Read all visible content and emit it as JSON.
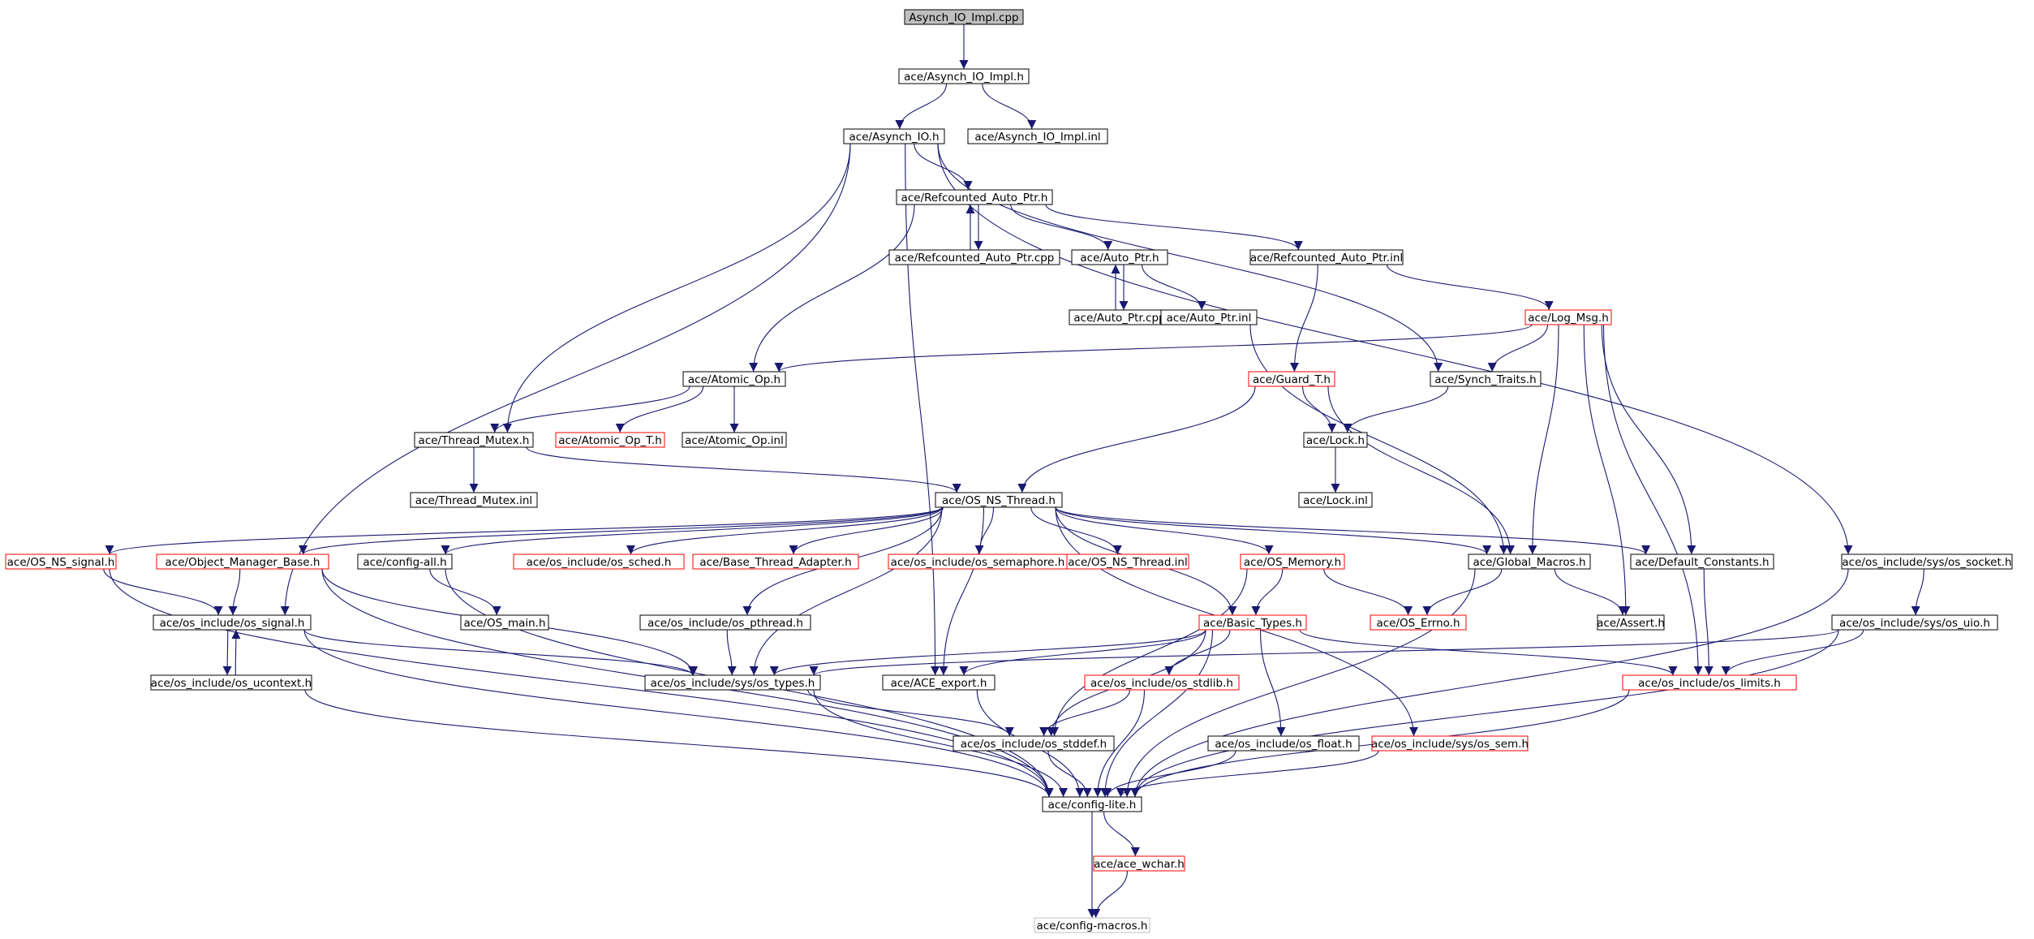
{
  "colors": {
    "edge": "#191970",
    "border_normal": "#000000",
    "border_truncated": "#ff0000",
    "border_missing": "#bfbfbf",
    "fill_root": "#bfbfbf",
    "fill_default": "#ffffff"
  },
  "nodes": [
    {
      "id": "root",
      "label": "Asynch_IO_Impl.cpp",
      "kind": "root"
    },
    {
      "id": "impl_h",
      "label": "ace/Asynch_IO_Impl.h",
      "kind": "normal"
    },
    {
      "id": "asynch_io_h",
      "label": "ace/Asynch_IO.h",
      "kind": "normal"
    },
    {
      "id": "impl_inl",
      "label": "ace/Asynch_IO_Impl.inl",
      "kind": "normal"
    },
    {
      "id": "refc_h",
      "label": "ace/Refcounted_Auto_Ptr.h",
      "kind": "normal"
    },
    {
      "id": "refc_cpp",
      "label": "ace/Refcounted_Auto_Ptr.cpp",
      "kind": "normal"
    },
    {
      "id": "auto_h",
      "label": "ace/Auto_Ptr.h",
      "kind": "normal"
    },
    {
      "id": "refc_inl",
      "label": "ace/Refcounted_Auto_Ptr.inl",
      "kind": "normal"
    },
    {
      "id": "auto_cpp",
      "label": "ace/Auto_Ptr.cpp",
      "kind": "normal"
    },
    {
      "id": "auto_inl",
      "label": "ace/Auto_Ptr.inl",
      "kind": "normal"
    },
    {
      "id": "log_msg",
      "label": "ace/Log_Msg.h",
      "kind": "truncated"
    },
    {
      "id": "atomic_h",
      "label": "ace/Atomic_Op.h",
      "kind": "normal"
    },
    {
      "id": "guard_t",
      "label": "ace/Guard_T.h",
      "kind": "truncated"
    },
    {
      "id": "synch_traits",
      "label": "ace/Synch_Traits.h",
      "kind": "normal"
    },
    {
      "id": "thread_mutex",
      "label": "ace/Thread_Mutex.h",
      "kind": "normal"
    },
    {
      "id": "atomic_t",
      "label": "ace/Atomic_Op_T.h",
      "kind": "truncated"
    },
    {
      "id": "atomic_inl",
      "label": "ace/Atomic_Op.inl",
      "kind": "normal"
    },
    {
      "id": "lock_h",
      "label": "ace/Lock.h",
      "kind": "normal"
    },
    {
      "id": "thread_mutex_inl",
      "label": "ace/Thread_Mutex.inl",
      "kind": "normal"
    },
    {
      "id": "os_ns_thread",
      "label": "ace/OS_NS_Thread.h",
      "kind": "normal"
    },
    {
      "id": "lock_inl",
      "label": "ace/Lock.inl",
      "kind": "normal"
    },
    {
      "id": "os_ns_signal",
      "label": "ace/OS_NS_signal.h",
      "kind": "truncated"
    },
    {
      "id": "obj_mgr",
      "label": "ace/Object_Manager_Base.h",
      "kind": "truncated"
    },
    {
      "id": "config_all",
      "label": "ace/config-all.h",
      "kind": "normal"
    },
    {
      "id": "os_sched",
      "label": "ace/os_include/os_sched.h",
      "kind": "truncated"
    },
    {
      "id": "base_thread",
      "label": "ace/Base_Thread_Adapter.h",
      "kind": "truncated"
    },
    {
      "id": "os_semaphore",
      "label": "ace/os_include/os_semaphore.h",
      "kind": "truncated"
    },
    {
      "id": "os_ns_thread_inl",
      "label": "ace/OS_NS_Thread.inl",
      "kind": "truncated"
    },
    {
      "id": "os_memory",
      "label": "ace/OS_Memory.h",
      "kind": "truncated"
    },
    {
      "id": "global_macros",
      "label": "ace/Global_Macros.h",
      "kind": "normal"
    },
    {
      "id": "default_const",
      "label": "ace/Default_Constants.h",
      "kind": "normal"
    },
    {
      "id": "os_socket",
      "label": "ace/os_include/sys/os_socket.h",
      "kind": "normal"
    },
    {
      "id": "os_signal",
      "label": "ace/os_include/os_signal.h",
      "kind": "normal"
    },
    {
      "id": "os_main",
      "label": "ace/OS_main.h",
      "kind": "normal"
    },
    {
      "id": "os_pthread",
      "label": "ace/os_include/os_pthread.h",
      "kind": "normal"
    },
    {
      "id": "basic_types",
      "label": "ace/Basic_Types.h",
      "kind": "truncated"
    },
    {
      "id": "os_errno",
      "label": "ace/OS_Errno.h",
      "kind": "truncated"
    },
    {
      "id": "assert_h",
      "label": "ace/Assert.h",
      "kind": "normal"
    },
    {
      "id": "os_uio",
      "label": "ace/os_include/sys/os_uio.h",
      "kind": "normal"
    },
    {
      "id": "os_ucontext",
      "label": "ace/os_include/os_ucontext.h",
      "kind": "normal"
    },
    {
      "id": "os_types",
      "label": "ace/os_include/sys/os_types.h",
      "kind": "normal"
    },
    {
      "id": "ace_export",
      "label": "ace/ACE_export.h",
      "kind": "normal"
    },
    {
      "id": "os_stdlib",
      "label": "ace/os_include/os_stdlib.h",
      "kind": "truncated"
    },
    {
      "id": "os_limits",
      "label": "ace/os_include/os_limits.h",
      "kind": "truncated"
    },
    {
      "id": "os_stddef",
      "label": "ace/os_include/os_stddef.h",
      "kind": "normal"
    },
    {
      "id": "os_float",
      "label": "ace/os_include/os_float.h",
      "kind": "normal"
    },
    {
      "id": "os_sem",
      "label": "ace/os_include/sys/os_sem.h",
      "kind": "truncated"
    },
    {
      "id": "config_lite",
      "label": "ace/config-lite.h",
      "kind": "normal"
    },
    {
      "id": "ace_wchar",
      "label": "ace/ace_wchar.h",
      "kind": "truncated"
    },
    {
      "id": "config_macros",
      "label": "ace/config-macros.h",
      "kind": "missing"
    }
  ],
  "edges": [
    [
      "root",
      "impl_h"
    ],
    [
      "impl_h",
      "asynch_io_h"
    ],
    [
      "impl_h",
      "impl_inl"
    ],
    [
      "asynch_io_h",
      "refc_h"
    ],
    [
      "asynch_io_h",
      "thread_mutex"
    ],
    [
      "asynch_io_h",
      "os_signal"
    ],
    [
      "asynch_io_h",
      "synch_traits"
    ],
    [
      "asynch_io_h",
      "ace_export"
    ],
    [
      "asynch_io_h",
      "os_socket"
    ],
    [
      "refc_h",
      "refc_cpp"
    ],
    [
      "refc_cpp",
      "refc_h"
    ],
    [
      "refc_h",
      "auto_h"
    ],
    [
      "refc_h",
      "refc_inl"
    ],
    [
      "refc_h",
      "atomic_h"
    ],
    [
      "auto_h",
      "auto_cpp"
    ],
    [
      "auto_cpp",
      "auto_h"
    ],
    [
      "auto_h",
      "auto_inl"
    ],
    [
      "refc_inl",
      "guard_t"
    ],
    [
      "refc_inl",
      "log_msg"
    ],
    [
      "auto_inl",
      "global_macros"
    ],
    [
      "log_msg",
      "atomic_h"
    ],
    [
      "log_msg",
      "synch_traits"
    ],
    [
      "log_msg",
      "global_macros"
    ],
    [
      "log_msg",
      "default_const"
    ],
    [
      "log_msg",
      "assert_h"
    ],
    [
      "log_msg",
      "os_limits"
    ],
    [
      "atomic_h",
      "thread_mutex"
    ],
    [
      "atomic_h",
      "atomic_t"
    ],
    [
      "atomic_h",
      "atomic_inl"
    ],
    [
      "guard_t",
      "lock_h"
    ],
    [
      "guard_t",
      "os_ns_thread"
    ],
    [
      "guard_t",
      "global_macros"
    ],
    [
      "synch_traits",
      "lock_h"
    ],
    [
      "lock_h",
      "lock_inl"
    ],
    [
      "thread_mutex",
      "thread_mutex_inl"
    ],
    [
      "thread_mutex",
      "os_ns_thread"
    ],
    [
      "os_ns_thread",
      "os_ns_signal"
    ],
    [
      "os_ns_thread",
      "obj_mgr"
    ],
    [
      "os_ns_thread",
      "config_all"
    ],
    [
      "os_ns_thread",
      "os_sched"
    ],
    [
      "os_ns_thread",
      "base_thread"
    ],
    [
      "os_ns_thread",
      "os_semaphore"
    ],
    [
      "os_ns_thread",
      "os_ns_thread_inl"
    ],
    [
      "os_ns_thread",
      "os_memory"
    ],
    [
      "os_ns_thread",
      "global_macros"
    ],
    [
      "os_ns_thread",
      "default_const"
    ],
    [
      "os_ns_thread",
      "basic_types"
    ],
    [
      "os_ns_thread",
      "os_types"
    ],
    [
      "os_ns_thread",
      "os_pthread"
    ],
    [
      "os_ns_thread",
      "os_sem"
    ],
    [
      "os_ns_thread",
      "ace_export"
    ],
    [
      "os_ns_signal",
      "os_signal"
    ],
    [
      "os_ns_signal",
      "config_lite"
    ],
    [
      "obj_mgr",
      "os_signal"
    ],
    [
      "obj_mgr",
      "os_types"
    ],
    [
      "obj_mgr",
      "config_lite"
    ],
    [
      "config_all",
      "os_main"
    ],
    [
      "config_all",
      "config_lite"
    ],
    [
      "os_memory",
      "basic_types"
    ],
    [
      "os_memory",
      "os_errno"
    ],
    [
      "os_memory",
      "os_stddef"
    ],
    [
      "global_macros",
      "os_errno"
    ],
    [
      "global_macros",
      "assert_h"
    ],
    [
      "global_macros",
      "config_lite"
    ],
    [
      "default_const",
      "os_limits"
    ],
    [
      "os_socket",
      "os_uio"
    ],
    [
      "os_socket",
      "config_lite"
    ],
    [
      "os_signal",
      "os_ucontext"
    ],
    [
      "os_ucontext",
      "os_signal"
    ],
    [
      "os_signal",
      "os_types"
    ],
    [
      "os_signal",
      "config_lite"
    ],
    [
      "os_ucontext",
      "config_lite"
    ],
    [
      "os_pthread",
      "os_types"
    ],
    [
      "basic_types",
      "os_types"
    ],
    [
      "basic_types",
      "ace_export"
    ],
    [
      "basic_types",
      "os_stdlib"
    ],
    [
      "basic_types",
      "os_limits"
    ],
    [
      "basic_types",
      "os_stddef"
    ],
    [
      "basic_types",
      "os_float"
    ],
    [
      "basic_types",
      "config_lite"
    ],
    [
      "os_uio",
      "os_types"
    ],
    [
      "os_uio",
      "os_limits"
    ],
    [
      "os_uio",
      "config_lite"
    ],
    [
      "os_types",
      "os_stddef"
    ],
    [
      "os_types",
      "config_lite"
    ],
    [
      "ace_export",
      "config_lite"
    ],
    [
      "os_stdlib",
      "os_stddef"
    ],
    [
      "os_stdlib",
      "config_lite"
    ],
    [
      "os_limits",
      "config_lite"
    ],
    [
      "os_stddef",
      "config_lite"
    ],
    [
      "os_float",
      "config_lite"
    ],
    [
      "os_sem",
      "config_lite"
    ],
    [
      "config_lite",
      "ace_wchar"
    ],
    [
      "config_lite",
      "config_macros"
    ],
    [
      "ace_wchar",
      "config_macros"
    ]
  ]
}
